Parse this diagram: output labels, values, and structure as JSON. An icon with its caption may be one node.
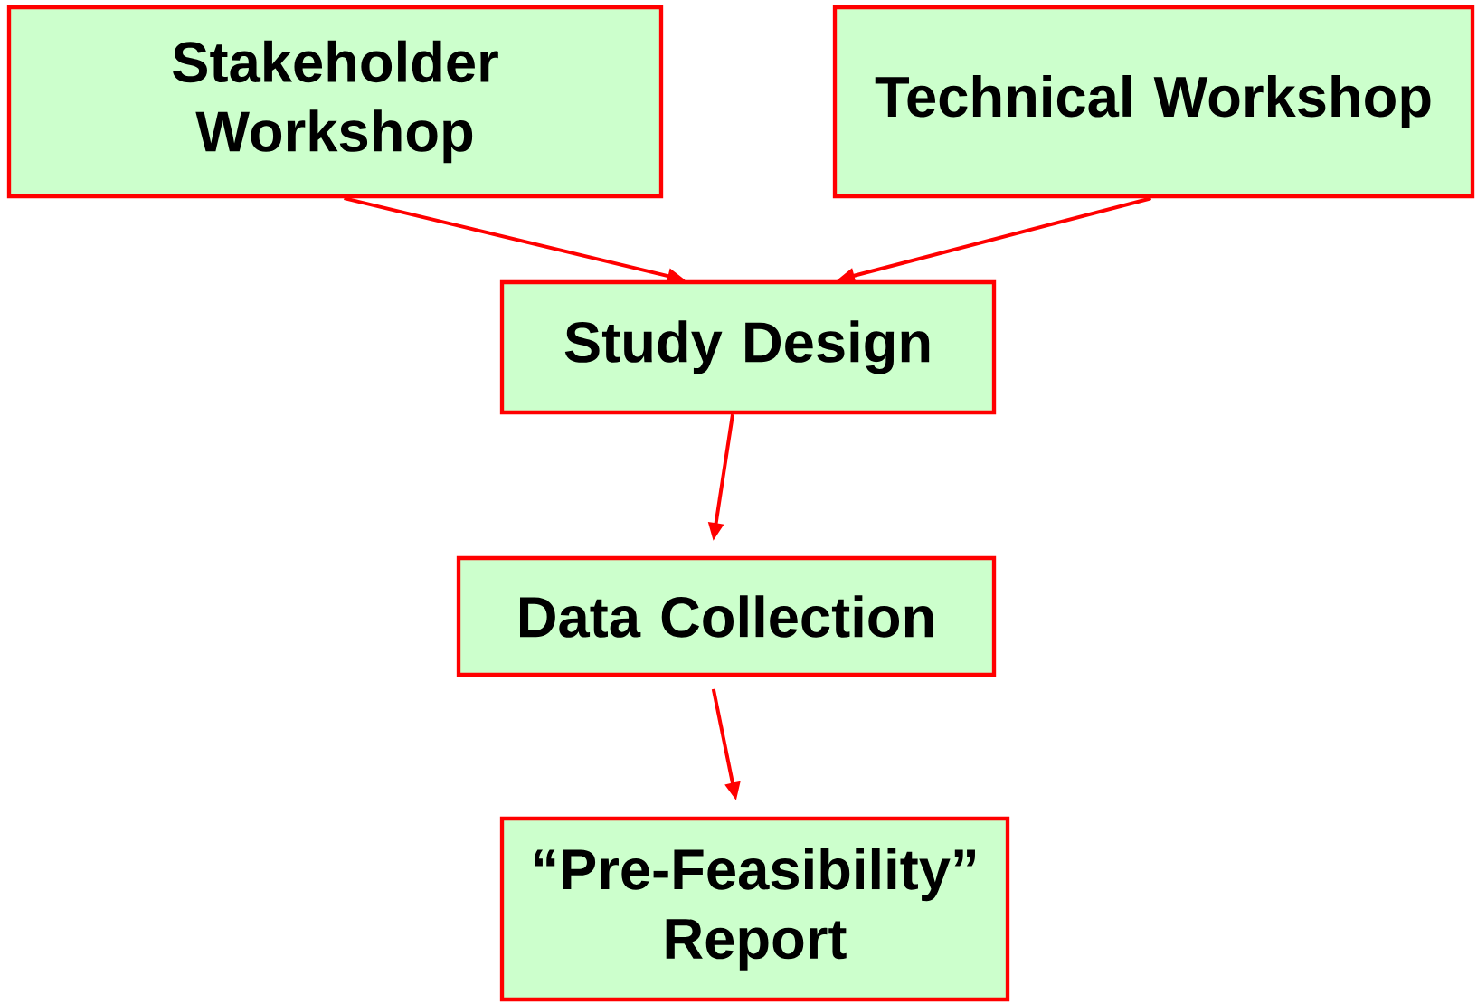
{
  "diagram": {
    "nodes": [
      {
        "text": [
          "Stakeholder Workshop"
        ]
      },
      {
        "text": [
          "Technical Workshop"
        ]
      },
      {
        "text": [
          "Study Design"
        ]
      },
      {
        "text": [
          "Data Collection"
        ]
      },
      {
        "text": [
          "“Pre-Feasibility” Report"
        ]
      }
    ],
    "edges": [
      {
        "from": 0,
        "to": 2,
        "arrow": "to"
      },
      {
        "from": 1,
        "to": 2,
        "arrow": "to"
      },
      {
        "from": 2,
        "to": 3,
        "arrow": "to"
      },
      {
        "from": 3,
        "to": 4,
        "arrow": "to"
      }
    ]
  }
}
